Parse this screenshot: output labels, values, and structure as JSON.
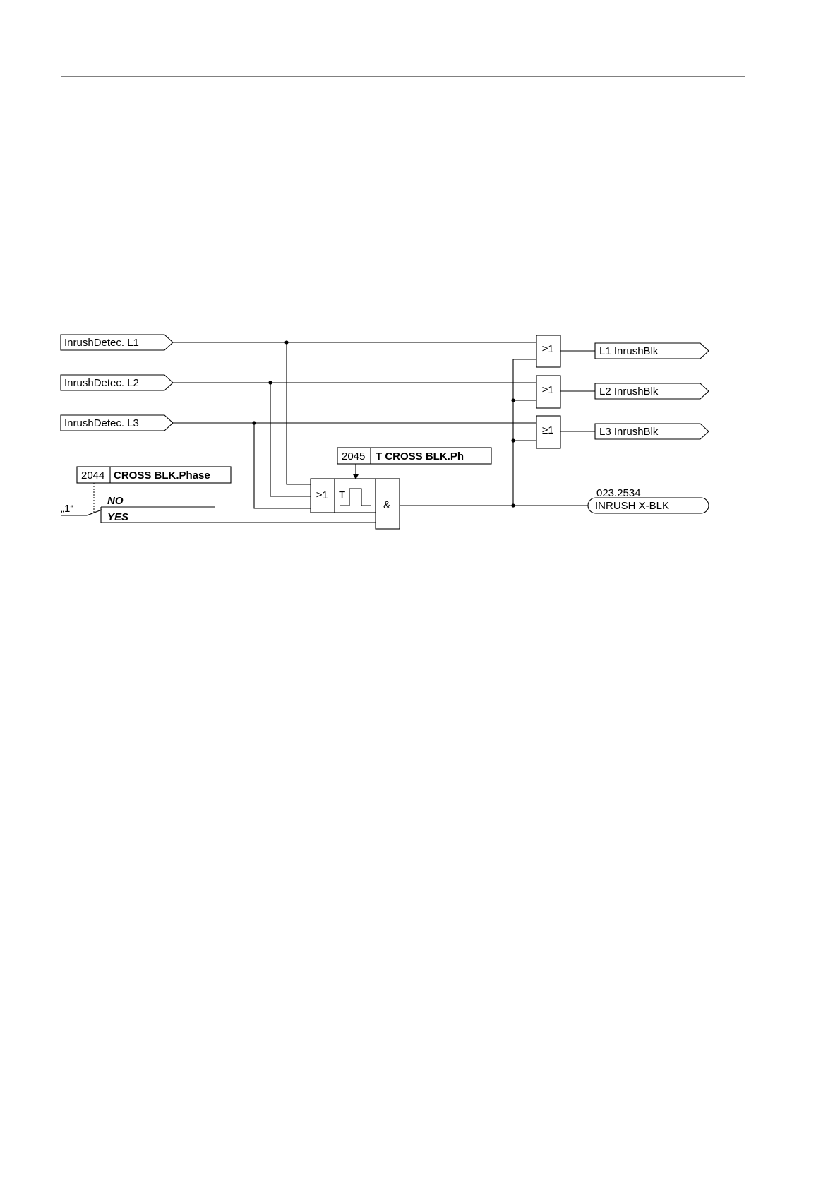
{
  "inputs": {
    "l1": "InrushDetec. L1",
    "l2": "InrushDetec. L2",
    "l3": "InrushDetec. L3"
  },
  "outputs": {
    "l1": "L1 InrushBlk",
    "l2": "L2 InrushBlk",
    "l3": "L3 InrushBlk",
    "xblk_number": "023.2534",
    "xblk": "INRUSH X-BLK"
  },
  "params": {
    "cross_blk_phase": {
      "number": "2044",
      "name": "CROSS BLK.Phase"
    },
    "t_cross_blk_ph": {
      "number": "2045",
      "name": "T CROSS BLK.Ph"
    }
  },
  "switch": {
    "constant": "„1“",
    "option_no": "NO",
    "option_yes": "YES"
  },
  "gates": {
    "or": "≥1",
    "and": "&",
    "timer": "T"
  }
}
